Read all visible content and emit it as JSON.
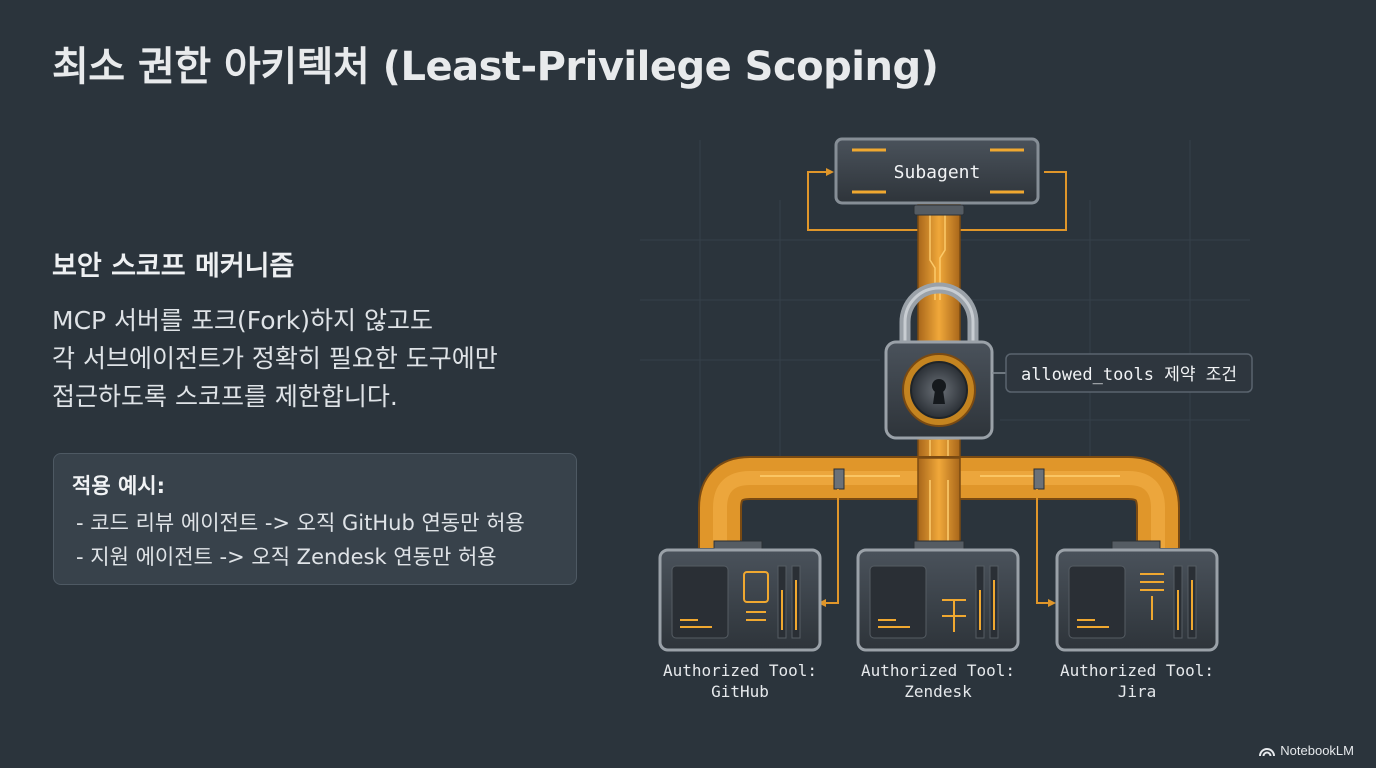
{
  "title": "최소 권한 아키텍처 (Least-Privilege Scoping)",
  "section": {
    "heading": "보안 스코프 메커니즘",
    "description_lines": [
      "MCP 서버를 포크(Fork)하지 않고도",
      "각 서브에이전트가 정확히 필요한 도구에만",
      "접근하도록 스코프를 제한합니다."
    ]
  },
  "example": {
    "title": "적용 예시:",
    "items": [
      "- 코드 리뷰 에이전트 -> 오직 GitHub 연동만 허용",
      "- 지원 에이전트 -> 오직 Zendesk 연동만 허용"
    ]
  },
  "diagram": {
    "top_node": "Subagent",
    "lock_label": "allowed_tools 제약 조건",
    "tools": [
      {
        "line1": "Authorized Tool:",
        "line2": "GitHub"
      },
      {
        "line1": "Authorized Tool:",
        "line2": "Zendesk"
      },
      {
        "line1": "Authorized Tool:",
        "line2": "Jira"
      }
    ],
    "colors": {
      "pipe": "#e0962a",
      "pipe_dark": "#b06f1a",
      "metal": "#3a4047",
      "accent_line": "#f0a830"
    }
  },
  "brand": {
    "label": "NotebookLM"
  }
}
